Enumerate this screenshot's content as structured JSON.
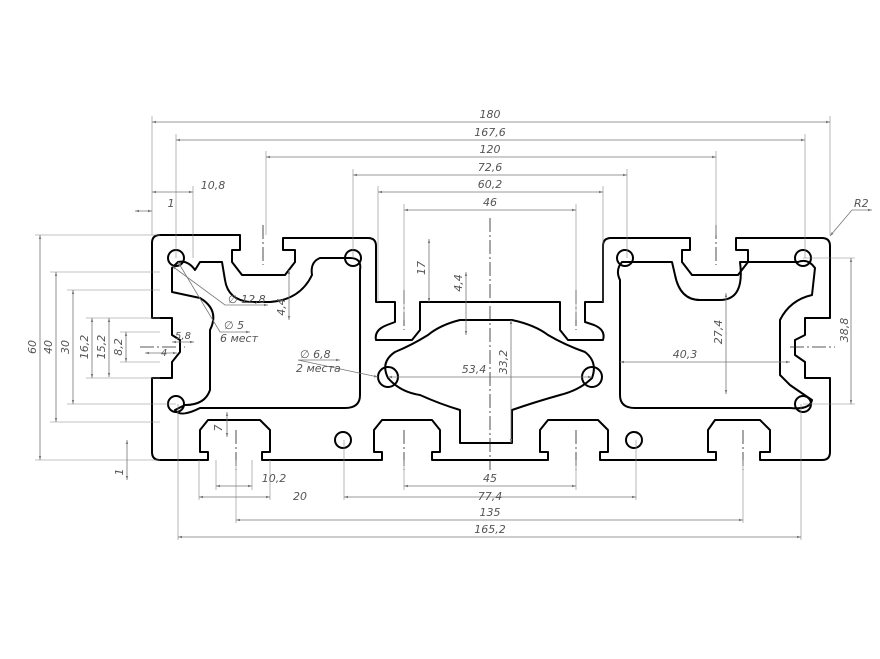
{
  "drawing": {
    "title": "Aluminium profile 60x180 cross-section",
    "horizontal_dims": {
      "d180": "180",
      "d167_6": "167,6",
      "d120": "120",
      "d72_6": "72,6",
      "d60_2": "60,2",
      "d46": "46",
      "d10_8": "10,8",
      "d1_top": "1",
      "d53_4": "53,4",
      "d40_3": "40,3",
      "d5_8": "5,8",
      "d4": "4",
      "d10_2": "10,2",
      "d20": "20",
      "d45": "45",
      "d77_4": "77,4",
      "d135": "135",
      "d165_2": "165,2"
    },
    "vertical_dims": {
      "d60": "60",
      "d40": "40",
      "d30": "30",
      "d16_2": "16,2",
      "d15_2": "15,2",
      "d8_2": "8,2",
      "d1_bottom": "1",
      "d17": "17",
      "d4_4_mid": "4,4",
      "d4_4_left": "4,4",
      "d33_2": "33,2",
      "d27_4": "27,4",
      "d38_8": "38,8",
      "d7": "7"
    },
    "callouts": {
      "dia12_8": "∅ 12,8",
      "dia5": "∅ 5",
      "dia5_count": "6 мест",
      "dia6_8": "∅ 6,8",
      "dia6_8_count": "2 места",
      "radius": "R2"
    }
  }
}
